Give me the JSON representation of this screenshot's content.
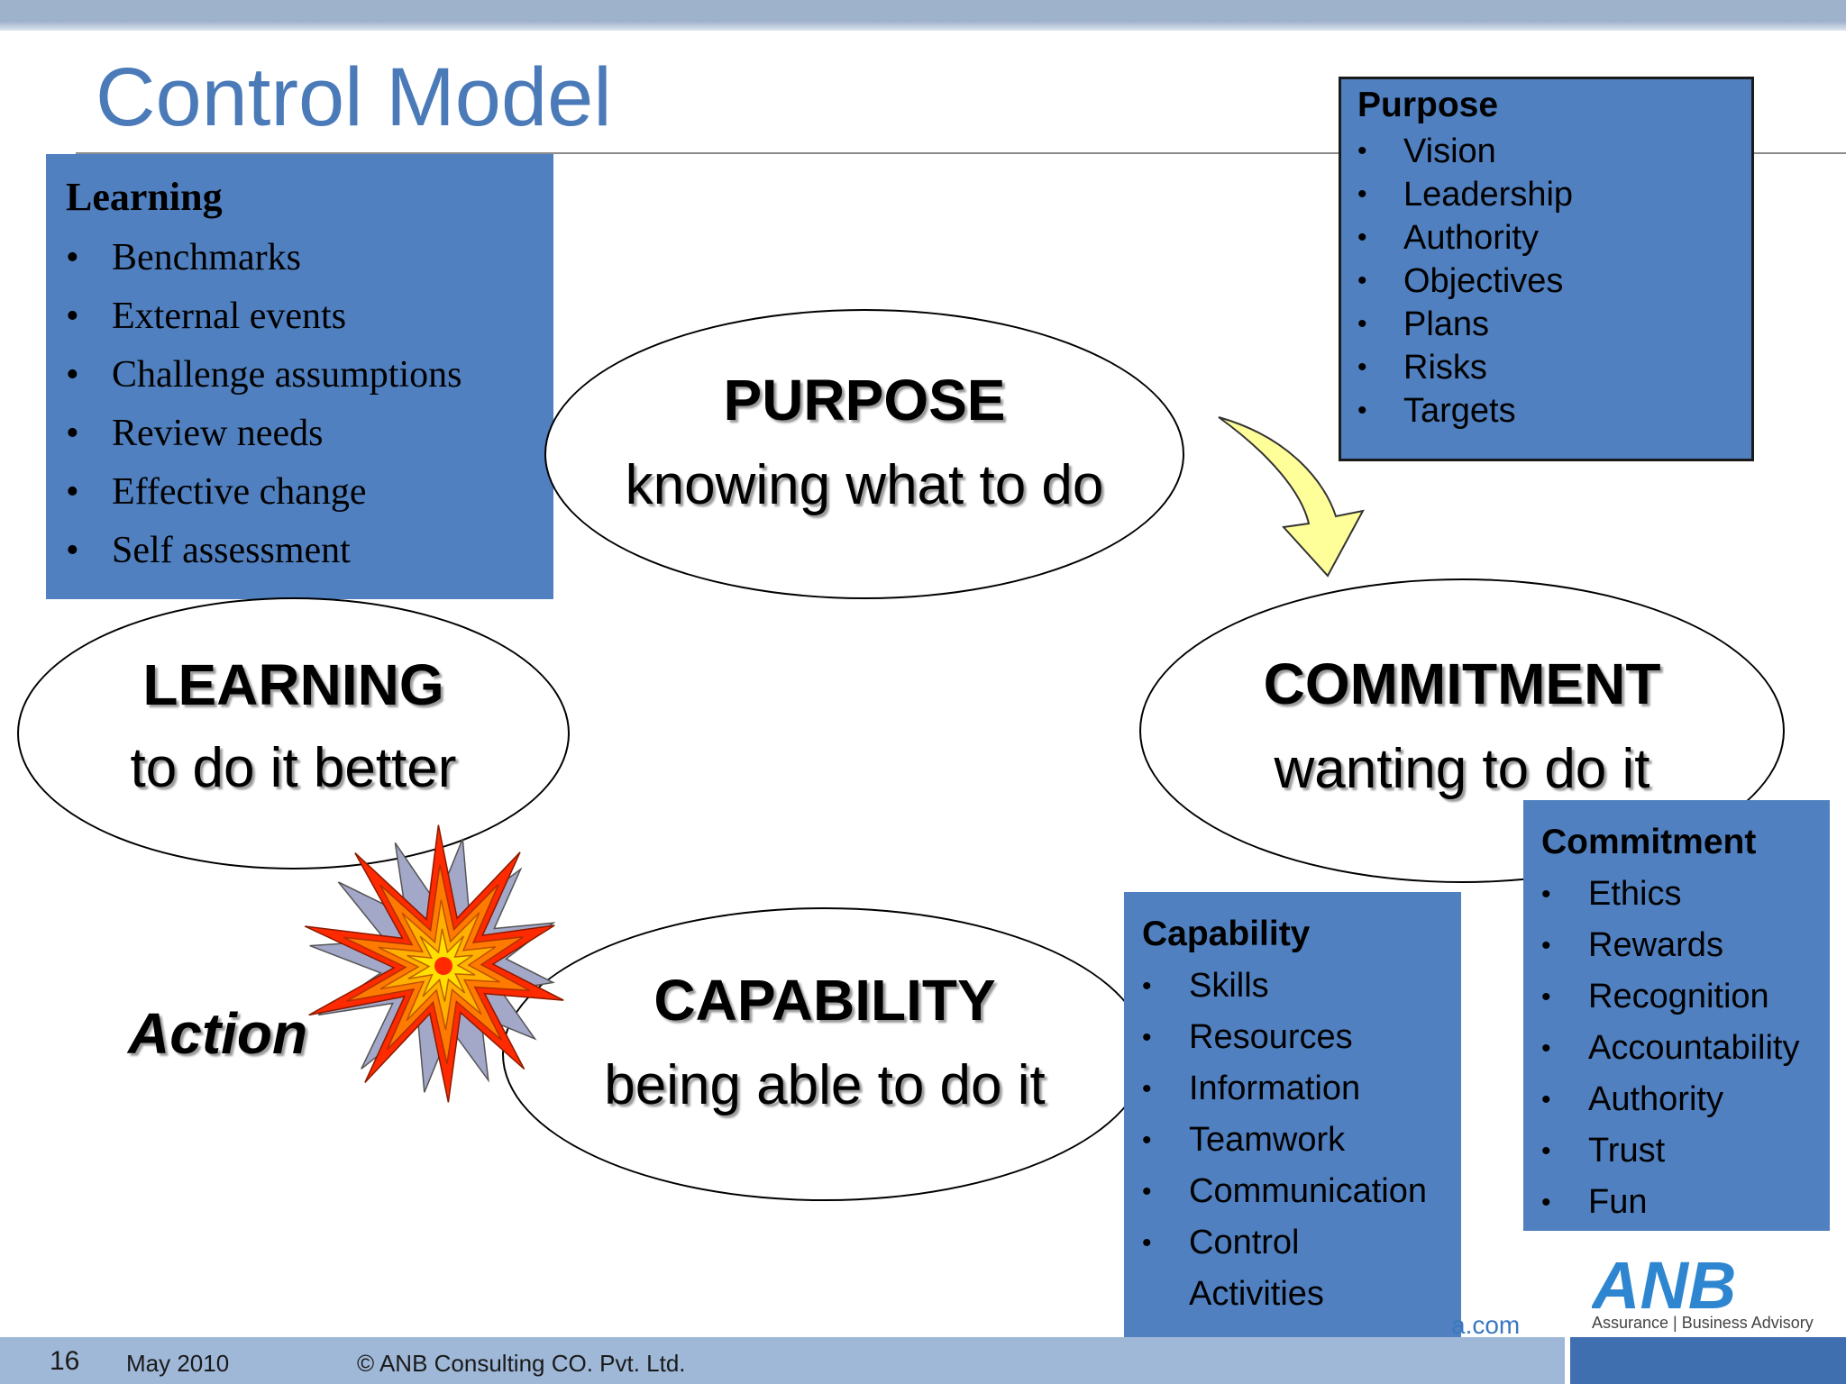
{
  "slide": {
    "title": "Control Model"
  },
  "learning_box": {
    "heading": "Learning",
    "items": [
      "Benchmarks",
      "External events",
      "Challenge assumptions",
      "Review needs",
      "Effective change",
      "Self assessment"
    ]
  },
  "purpose_box": {
    "heading": "Purpose",
    "items": [
      "Vision",
      "Leadership",
      "Authority",
      "Objectives",
      "Plans",
      "Risks",
      "Targets"
    ]
  },
  "capability_box": {
    "heading": "Capability",
    "items": [
      "Skills",
      "Resources",
      "Information",
      "Teamwork",
      "Communication",
      "Control",
      "Activities"
    ]
  },
  "commitment_box": {
    "heading": "Commitment",
    "items": [
      "Ethics",
      "Rewards",
      "Recognition",
      "Accountability",
      "Authority",
      "Trust",
      "Fun"
    ]
  },
  "ellipses": {
    "purpose": {
      "title": "PURPOSE",
      "subtitle": "knowing what to do"
    },
    "learning": {
      "title": "LEARNING",
      "subtitle": "to do it better"
    },
    "commitment": {
      "title": "COMMITMENT",
      "subtitle": "wanting to do it"
    },
    "capability": {
      "title": "CAPABILITY",
      "subtitle": "being able to do it"
    }
  },
  "action_label": "Action",
  "footer": {
    "page_number": "16",
    "date": "May 2010",
    "copyright": "© ANB Consulting CO. Pvt. Ltd.",
    "web_fragment": "a.com"
  },
  "logo": {
    "text": "ANB",
    "tagline": "Assurance | Business Advisory"
  },
  "colors": {
    "title": "#4a7ab8",
    "box_fill": "#5080c0",
    "arrow_fill": "#ffff99",
    "burst_outer": "#ff2a00",
    "burst_inner": "#ffe000",
    "logo": "#2f86d0"
  },
  "icons": [
    "curved-arrow-icon",
    "explosion-burst-icon"
  ]
}
